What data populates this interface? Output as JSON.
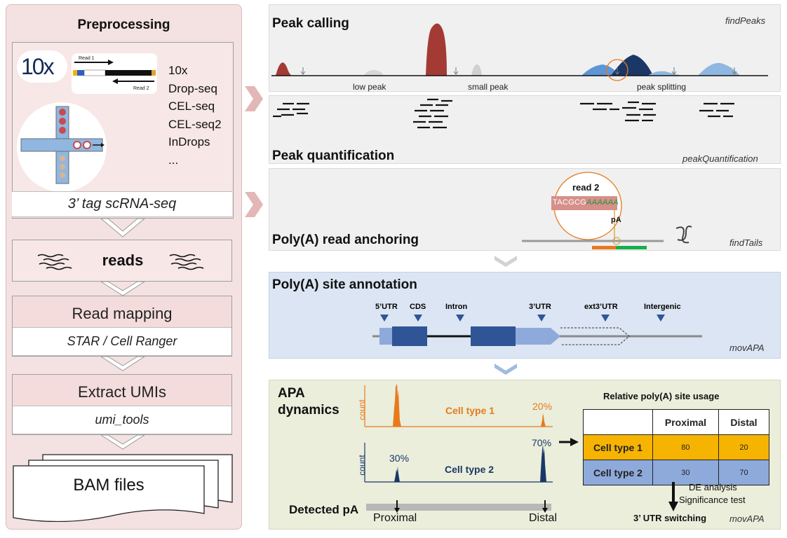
{
  "preprocessing": {
    "title": "Preprocessing",
    "logo_text": "10x",
    "read1_label": "Read 1",
    "read2_label": "Read 2",
    "platforms": [
      "10x",
      "Drop-seq",
      "CEL-seq",
      "CEL-seq2",
      "InDrops",
      "..."
    ],
    "tag_label": "3’ tag scRNA-seq",
    "reads_label": "reads",
    "mapping_title": "Read mapping",
    "mapping_tool": "STAR / Cell Ranger",
    "umi_title": "Extract UMIs",
    "umi_tool": "umi_tools",
    "bam_label": "BAM files"
  },
  "peak_calling": {
    "title": "Peak calling",
    "function": "findPeaks",
    "labels": [
      "low peak",
      "small peak",
      "peak splitting"
    ]
  },
  "peak_quant": {
    "title": "Peak quantification",
    "function": "peakQuantification"
  },
  "polya_anchor": {
    "title": "Poly(A) read anchoring",
    "function": "findTails",
    "read_label": "read 2",
    "seq_prefix": "TACGCG",
    "seq_polya": "AAAAAA",
    "pa_label": "pA"
  },
  "annotation": {
    "title": "Poly(A) site annotation",
    "function": "movAPA",
    "features": [
      "5’UTR",
      "CDS",
      "Intron",
      "3’UTR",
      "ext3’UTR",
      "Intergenic"
    ]
  },
  "apa": {
    "title_line1": "APA",
    "title_line2": "dynamics",
    "axis_label": "count",
    "cell1": "Cell type 1",
    "cell1_pct": "20%",
    "cell2": "Cell type 2",
    "cell2_pct_proximal": "30%",
    "cell2_pct_distal": "70%",
    "detected_label": "Detected pA",
    "proximal_label": "Proximal",
    "distal_label": "Distal",
    "table_title": "Relative poly(A) site usage",
    "table": {
      "headers": [
        "",
        "Proximal",
        "Distal"
      ],
      "rows": [
        {
          "label": "Cell type 1",
          "proximal": "80",
          "distal": "20"
        },
        {
          "label": "Cell type 2",
          "proximal": "30",
          "distal": "70"
        }
      ]
    },
    "de_line1": "DE analysis",
    "de_line2": "Significance test",
    "result": "3’ UTR switching",
    "function": "movAPA"
  },
  "colors": {
    "peak_red": "#a33b34",
    "light_blue": "#6fa0d8",
    "dark_navy": "#1b3766",
    "orange": "#e87a1d",
    "table_yellow": "#f6b400",
    "table_blue": "#8eaadb",
    "annotation_bg": "#dbe5f3",
    "apa_bg": "#eaeedb",
    "preprocessing_bg": "#f4e1e1"
  }
}
